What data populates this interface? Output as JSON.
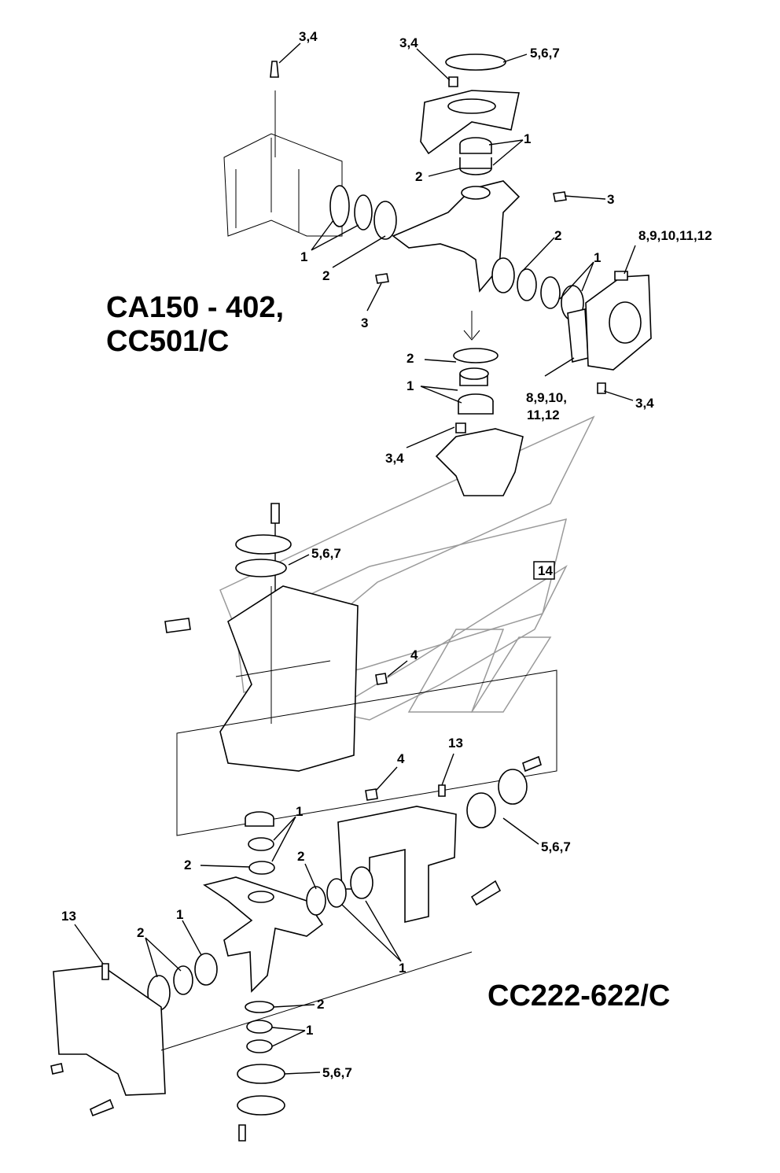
{
  "models": {
    "upper": [
      "CA150 - 402,",
      "CC501/C"
    ],
    "lower": "CC222-622/C"
  },
  "callouts": [
    {
      "id": "c1",
      "text": "3,4"
    },
    {
      "id": "c2",
      "text": "3,4"
    },
    {
      "id": "c3",
      "text": "5,6,7"
    },
    {
      "id": "c4",
      "text": "1"
    },
    {
      "id": "c5",
      "text": "2"
    },
    {
      "id": "c6",
      "text": "3"
    },
    {
      "id": "c7",
      "text": "8,9,10,11,12"
    },
    {
      "id": "c8",
      "text": "2"
    },
    {
      "id": "c9",
      "text": "1"
    },
    {
      "id": "c10",
      "text": "1"
    },
    {
      "id": "c11",
      "text": "2"
    },
    {
      "id": "c12",
      "text": "3"
    },
    {
      "id": "c13",
      "text": "2"
    },
    {
      "id": "c14",
      "text": "1"
    },
    {
      "id": "c15",
      "text": "8,9,10,"
    },
    {
      "id": "c16",
      "text": "11,12"
    },
    {
      "id": "c17",
      "text": "3,4"
    },
    {
      "id": "c18",
      "text": "3,4"
    },
    {
      "id": "c19",
      "text": "5,6,7"
    },
    {
      "id": "c20",
      "text": "14"
    },
    {
      "id": "c21",
      "text": "4"
    },
    {
      "id": "c22",
      "text": "4"
    },
    {
      "id": "c23",
      "text": "13"
    },
    {
      "id": "c24",
      "text": "1"
    },
    {
      "id": "c25",
      "text": "2"
    },
    {
      "id": "c26",
      "text": "2"
    },
    {
      "id": "c27",
      "text": "5,6,7"
    },
    {
      "id": "c28",
      "text": "13"
    },
    {
      "id": "c29",
      "text": "1"
    },
    {
      "id": "c30",
      "text": "2"
    },
    {
      "id": "c31",
      "text": "1"
    },
    {
      "id": "c32",
      "text": "2"
    },
    {
      "id": "c33",
      "text": "1"
    },
    {
      "id": "c34",
      "text": "5,6,7"
    }
  ]
}
